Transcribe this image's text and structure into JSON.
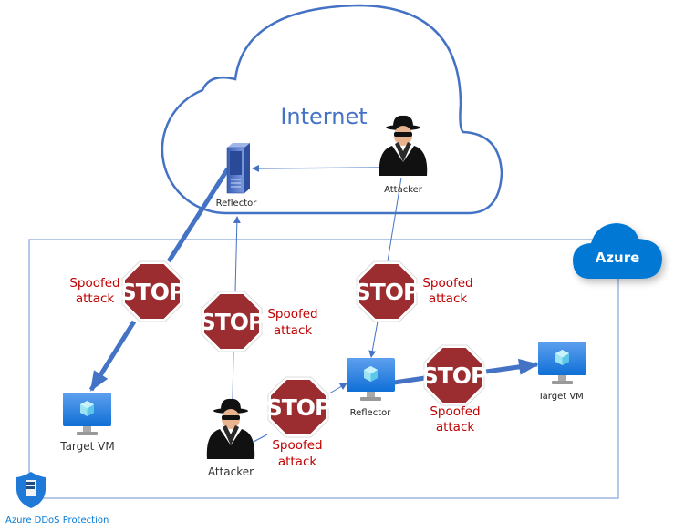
{
  "internet": {
    "label": "Internet"
  },
  "azure": {
    "label": "Azure"
  },
  "protection": {
    "label": "Azure DDoS Protection"
  },
  "nodes": {
    "reflector_internet": "Reflector",
    "attacker_internet": "Attacker",
    "attacker_azure": "Attacker",
    "reflector_vm": "Reflector",
    "target_vm_left": "Target VM",
    "target_vm_right": "Target VM"
  },
  "stop_label": "STOP",
  "spoofed": {
    "line1": "Spoofed",
    "line2": "attack"
  },
  "colors": {
    "accent": "#4472c4",
    "stop": "#9b2d30",
    "spoofed_text": "#c00000",
    "azure": "#0078d4",
    "box": "#8eaadb"
  }
}
